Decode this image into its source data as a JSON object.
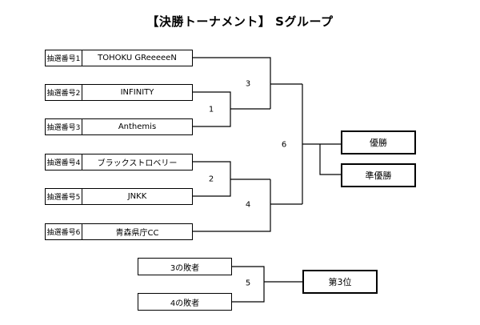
{
  "title": "【決勝トーナメント】 Sグループ",
  "teams": [
    {
      "seed": "抽選番号1",
      "name": "TOHOKU GReeeeeN"
    },
    {
      "seed": "抽選番号2",
      "name": "INFINITY"
    },
    {
      "seed": "抽選番号3",
      "name": "Anthemis"
    },
    {
      "seed": "抽選番号4",
      "name": "ブラックストロベリー"
    },
    {
      "seed": "抽選番号5",
      "name": "JNKK"
    },
    {
      "seed": "抽選番号6",
      "name": "青森県庁CC"
    }
  ],
  "matches": {
    "m1": "1",
    "m2": "2",
    "m3": "3",
    "m4": "4",
    "m5": "5",
    "m6": "6"
  },
  "third_place": {
    "loser3": "3の敗者",
    "loser4": "4の敗者"
  },
  "results": {
    "champion": "優勝",
    "runner_up": "準優勝",
    "third": "第3位"
  }
}
